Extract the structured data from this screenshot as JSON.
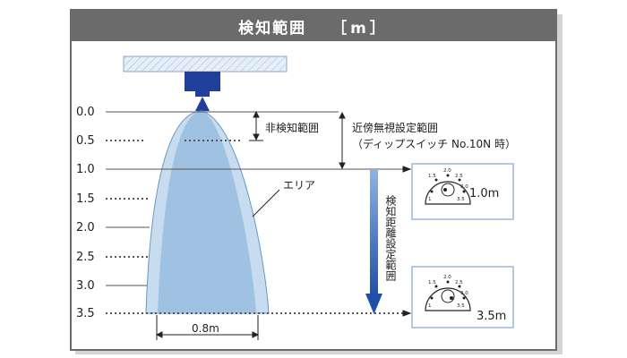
{
  "title": "検知範囲",
  "unit": "［m］",
  "distance_ticks": [
    "0.0",
    "0.5",
    "1.0",
    "1.5",
    "2.0",
    "2.5",
    "3.0",
    "3.5"
  ],
  "labels": {
    "non_detection_area": "非検知範囲",
    "ignore_setting_line1": "近傍無視設定範囲",
    "ignore_setting_line2": "（ディップスイッチ No.10N 時）",
    "area": "エリア",
    "detection_distance_setting": "検知距離設定範囲",
    "width": "0.8m"
  },
  "dial_examples": [
    {
      "value_label": "1.0m",
      "dial_marks": [
        "2.0",
        "2.5",
        "1.5",
        "3.0",
        "1",
        "3.5"
      ]
    },
    {
      "value_label": "3.5m",
      "dial_marks": [
        "2.0",
        "2.5",
        "1.5",
        "3.0",
        "1",
        "3.5"
      ]
    }
  ],
  "colors": {
    "header_bg": "#6b6b6b",
    "sensor_blue": "#1f3f9b",
    "beam_light": "#c7dcef",
    "beam_dark": "#9fc1e2",
    "arrow_blue": "#2e62b8"
  }
}
